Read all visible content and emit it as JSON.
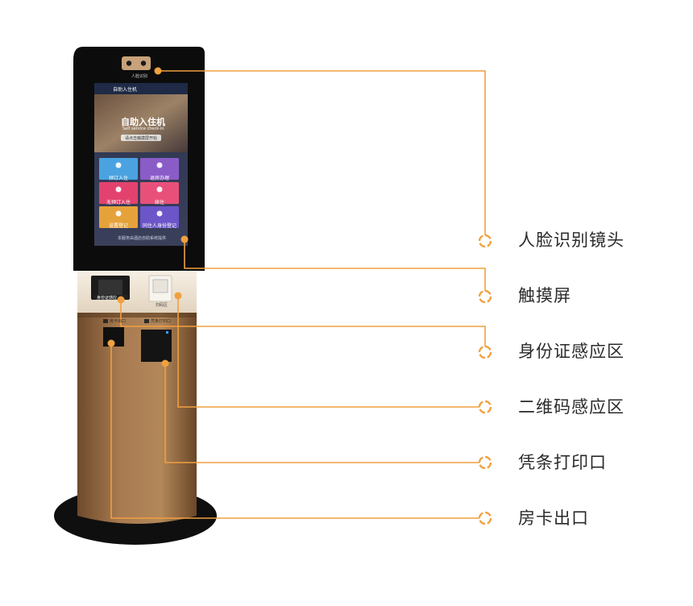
{
  "callouts": [
    {
      "label": "人脸识别镜头"
    },
    {
      "label": "触摸屏"
    },
    {
      "label": "身份证感应区"
    },
    {
      "label": "二维码感应区"
    },
    {
      "label": "凭条打印口"
    },
    {
      "label": "房卡出口"
    }
  ],
  "kiosk": {
    "brand": "人脸识别",
    "screen_header": "自助入住机",
    "hero_title": "自助入住机",
    "hero_subtitle": "Self service check-in",
    "hero_button": "请点击触摸屏开始",
    "tiles": [
      {
        "label": "预订入住",
        "color": "#4aa3e0",
        "icon": "calendar-icon"
      },
      {
        "label": "退房办理",
        "color": "#8a5cc8",
        "icon": "door-icon"
      },
      {
        "label": "无预订入住",
        "color": "#e3426e",
        "icon": "card-icon"
      },
      {
        "label": "续住",
        "color": "#e8507a",
        "icon": "clock-icon"
      },
      {
        "label": "设置登记",
        "color": "#e6a23a",
        "icon": "gear-icon"
      },
      {
        "label": "同住人身份登记",
        "color": "#6b55c8",
        "icon": "user-icon"
      }
    ],
    "footer_text": "本服务由酒店自助系统提供",
    "id_reader_label": "身份证感应",
    "qr_reader_label": "扫码区",
    "slot_label_left": "房卡出口",
    "slot_label_right": "凭条打印口"
  },
  "colors": {
    "callout_line": "#f0a040",
    "callout_marker": "#f0a040",
    "kiosk_body": "#9a7048",
    "kiosk_frame": "#111111",
    "panel": "#efe6d8"
  }
}
